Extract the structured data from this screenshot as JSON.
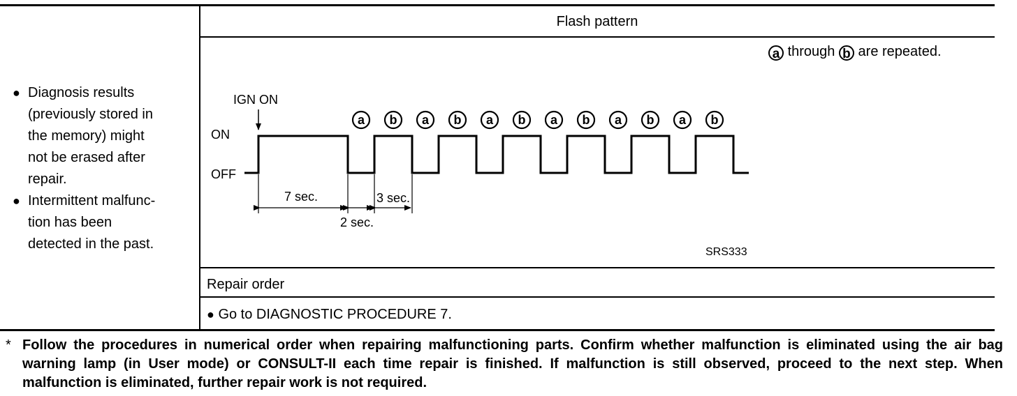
{
  "left_column": {
    "items": [
      "Diagnosis results (previously stored in the memory) might not be erased after repair.",
      "Intermittent malfunc- tion has been detected in the past."
    ],
    "items_display": [
      "Diagnosis results\n(previously stored in\nthe memory) might\nnot be erased after\nrepair.",
      "Intermittent malfunc-\ntion has been\ndetected in the past."
    ]
  },
  "flash_pattern": {
    "header": "Flash pattern",
    "repeat_note": {
      "start_marker": "a",
      "connector": "through",
      "end_marker": "b",
      "tail": "are repeated."
    },
    "diagram": {
      "ign_label": "IGN ON",
      "on_label": "ON",
      "off_label": "OFF",
      "pulse_markers": [
        "a",
        "b",
        "a",
        "b",
        "a",
        "b",
        "a",
        "b",
        "a",
        "b",
        "a",
        "b"
      ],
      "duration_initial": "7 sec.",
      "duration_off": "2 sec.",
      "duration_on": "3 sec.",
      "figure_id": "SRS333"
    }
  },
  "repair_order": {
    "header": "Repair order",
    "instruction": "Go to DIAGNOSTIC PROCEDURE 7."
  },
  "footnote": {
    "marker": "*",
    "text": "Follow the procedures in numerical order when repairing malfunctioning parts. Confirm whether malfunction is eliminated using the air bag warning lamp (in User mode) or CONSULT-II each time repair is finished. If malfunction is still observed, proceed to the next step. When malfunction is eliminated, further repair work is not required."
  }
}
